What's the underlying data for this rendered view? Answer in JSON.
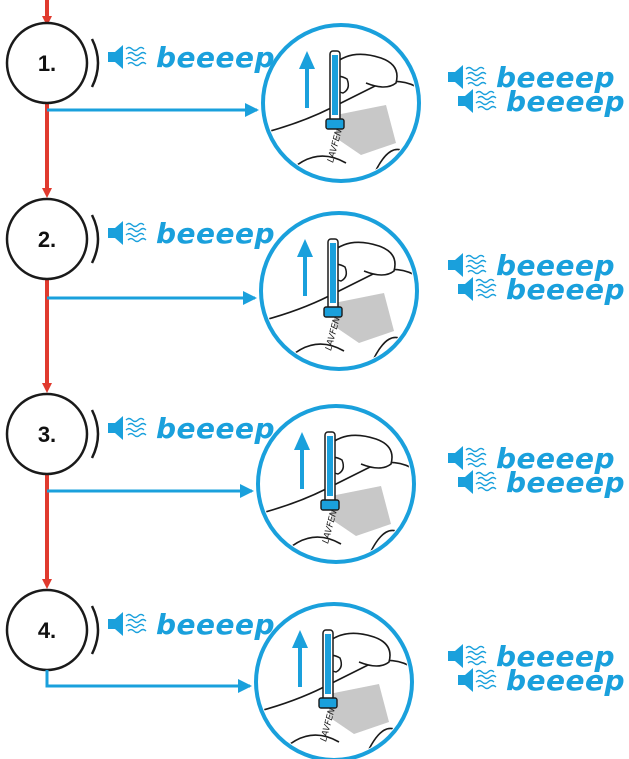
{
  "colors": {
    "flow_arrow": "#e03a2e",
    "accent": "#1aa0dc",
    "outline": "#1a1a1a",
    "shade": "#c8c8c8"
  },
  "icons": [
    "speaker-icon",
    "sound-wave-icon",
    "up-arrow-icon",
    "probe-icon"
  ],
  "sound_text": "beeeep",
  "brand": "LAVFEN",
  "steps": [
    {
      "label": "1."
    },
    {
      "label": "2."
    },
    {
      "label": "3."
    },
    {
      "label": "4."
    }
  ]
}
